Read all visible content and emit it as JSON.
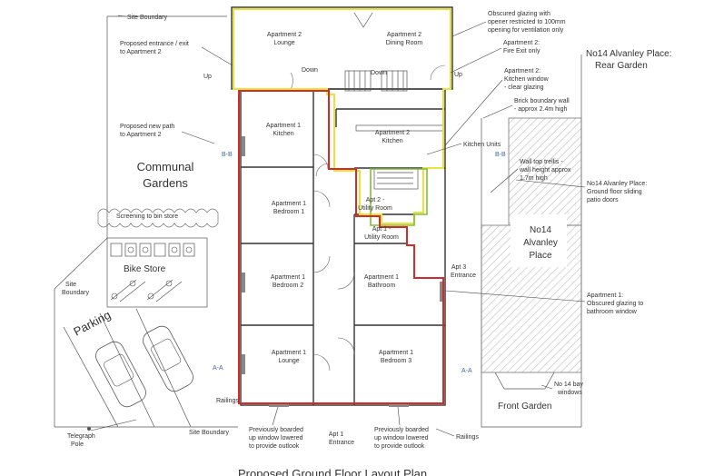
{
  "plan": {
    "title": "Proposed Ground Floor Layout Plan",
    "colors": {
      "apt1_outline": "#d62a2a",
      "apt2_outline": "#e8e23a",
      "utility_outline": "#7fbf3a",
      "hatch": "#bbbbbb"
    },
    "rooms": {
      "apt2_lounge": [
        "Apartment 2",
        "Lounge"
      ],
      "apt2_dining": [
        "Apartment 2",
        "Dining Room"
      ],
      "apt1_kitchen": [
        "Apartment 1",
        "Kitchen"
      ],
      "apt2_kitchen": [
        "Apartment 2",
        "Kitchen"
      ],
      "apt1_bedroom1": [
        "Apartment 1",
        "Bedroom 1"
      ],
      "apt2_utility": [
        "Apt 2 -",
        "Utility Room"
      ],
      "apt1_utility": [
        "Apt 1 -",
        "Utility Room"
      ],
      "apt1_bedroom2": [
        "Apartment 1",
        "Bedroom 2"
      ],
      "apt1_bathroom": [
        "Apartment 1",
        "Bathroom"
      ],
      "apt1_lounge": [
        "Apartment 1",
        "Lounge"
      ],
      "apt1_bedroom3": [
        "Apartment 1",
        "Bedroom 3"
      ]
    },
    "areas": {
      "communal": [
        "Communal",
        "Gardens"
      ],
      "no14": [
        "No14",
        "Alvanley",
        "Place"
      ],
      "bike_store": "Bike Store",
      "parking": "Parking",
      "front_garden": "Front Garden",
      "screening": "Screening to bin store"
    },
    "annotations": {
      "site_boundary_top": "Site Boundary",
      "proposed_entrance": [
        "Proposed entrance / exit",
        "to Apartment 2"
      ],
      "proposed_path": [
        "Proposed new path",
        "to Apartment 2"
      ],
      "obscured_glazing": [
        "Obscured glazing with",
        "opener restricted to 100mm",
        "opening for ventilation only"
      ],
      "fire_exit": [
        "Apartment 2:",
        "Fire Exit only"
      ],
      "kitchen_window": [
        "Apartment 2:",
        "Kitchen window",
        "- clear glazing"
      ],
      "rear_garden": [
        "No14 Alvanley Place:",
        "Rear Garden"
      ],
      "brick_wall": [
        "Brick boundary wall",
        "- approx 2.4m high"
      ],
      "kitchen_units": "Kitchen Units",
      "trellis": [
        "Wall top trellis -",
        "wall height approx",
        "1.7m high"
      ],
      "patio_doors": [
        "No14 Alvanley Place:",
        "Ground floor sliding",
        "patio doors"
      ],
      "apt3_entrance": [
        "Apt 3",
        "Entrance"
      ],
      "bathroom_window": [
        "Apartment 1:",
        "Obscured glazing to",
        "bathroom window"
      ],
      "bay_windows": [
        "No 14 bay",
        "windows"
      ],
      "site_boundary_left": [
        "Site",
        "Boundary"
      ],
      "railings_left": "Railings",
      "railings_right": "Railings",
      "telegraph_pole": [
        "Telegraph",
        "Pole"
      ],
      "site_boundary_bottom": "Site Boundary",
      "boarded_left": [
        "Previously boarded",
        "up window lowered",
        "to provide outlook"
      ],
      "boarded_right": [
        "Previously boarded",
        "up window lowered",
        "to provide outlook"
      ],
      "apt1_entrance": [
        "Apt 1",
        "Entrance"
      ],
      "down_left": "Down",
      "down_right": "Down",
      "up_left": "Up",
      "up_right": "Up",
      "section_bb_left": "B-B",
      "section_bb_right": "B-B",
      "section_aa_left": "A-A",
      "section_aa_right": "A-A"
    }
  }
}
